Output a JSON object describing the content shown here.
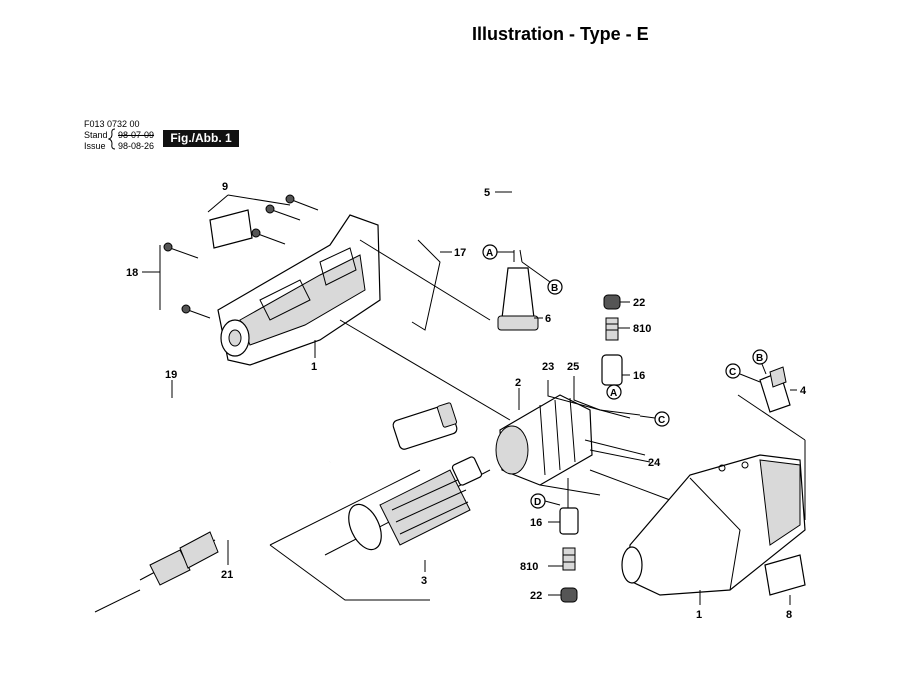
{
  "header": {
    "title": "Illustration - Type - E",
    "reference": "F013 0732 00",
    "stand_label": "Stand",
    "stand_date": "98-07-09",
    "issue_label": "Issue",
    "issue_date": "98-08-26",
    "figure_badge": "Fig./Abb. 1"
  },
  "callouts": {
    "housing_half_top": "1",
    "housing_half_bottom": "1",
    "field": "2",
    "armature": "3",
    "switch": "4",
    "cord": "5",
    "strain_relief": "6",
    "nameplate_top": "9",
    "nameplate_bottom": "8",
    "brush_top": "810",
    "brush_bottom": "810",
    "brush_holder_top": "16",
    "brush_holder_bottom": "16",
    "clip": "17",
    "screws": "18",
    "flex_shaft": "19",
    "shaft_tip": "21",
    "cap_top": "22",
    "cap_bottom": "22",
    "lead_23": "23",
    "lead_24": "24",
    "lead_25": "25"
  },
  "connectors": {
    "a_cord": "A",
    "b_cord": "B",
    "a_brush": "A",
    "b_switch": "B",
    "c_switch": "C",
    "c_field": "C",
    "d_brush": "D"
  }
}
